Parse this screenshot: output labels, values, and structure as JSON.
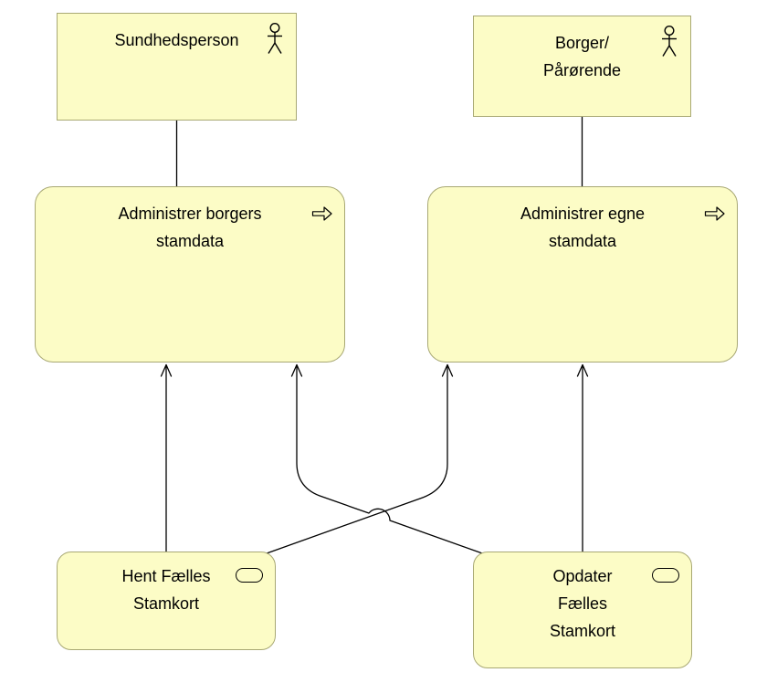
{
  "diagram": {
    "background": "#FFFFFF",
    "node_fill": "#FCFCC6",
    "node_border": "#A8A874",
    "line_color": "#000000",
    "nodes": {
      "sundhedsperson": {
        "label": "Sundhedsperson",
        "type": "actor",
        "icon": "actor-icon"
      },
      "borger": {
        "label": "Borger/\nPårørende",
        "type": "actor",
        "icon": "actor-icon"
      },
      "administrer_borgers": {
        "label": "Administrer borgers\nstamdata",
        "type": "process",
        "icon": "process-arrow-icon"
      },
      "administrer_egne": {
        "label": "Administrer egne\nstamdata",
        "type": "process",
        "icon": "process-arrow-icon"
      },
      "hent_faelles_stamkort": {
        "label": "Hent Fælles\nStamkort",
        "type": "service",
        "icon": "service-icon"
      },
      "opdater_faelles_stamkort": {
        "label": "Opdater\nFælles\nStamkort",
        "type": "service",
        "icon": "service-icon"
      }
    },
    "connections": [
      {
        "from": "sundhedsperson",
        "to": "administrer_borgers",
        "style": "line"
      },
      {
        "from": "borger",
        "to": "administrer_egne",
        "style": "line"
      },
      {
        "from": "hent_faelles_stamkort",
        "to": "administrer_borgers",
        "style": "open-arrow"
      },
      {
        "from": "hent_faelles_stamkort",
        "to": "administrer_egne",
        "style": "open-arrow"
      },
      {
        "from": "opdater_faelles_stamkort",
        "to": "administrer_borgers",
        "style": "open-arrow"
      },
      {
        "from": "opdater_faelles_stamkort",
        "to": "administrer_egne",
        "style": "open-arrow"
      }
    ]
  }
}
